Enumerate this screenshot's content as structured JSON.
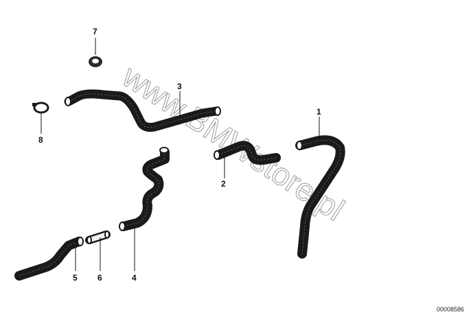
{
  "watermark": "www.BMWstore.pl",
  "document_number": "00008586",
  "callouts": {
    "p1": "1",
    "p2": "2",
    "p3": "3",
    "p4": "4",
    "p5": "5",
    "p6": "6",
    "p7": "7",
    "p8": "8"
  }
}
